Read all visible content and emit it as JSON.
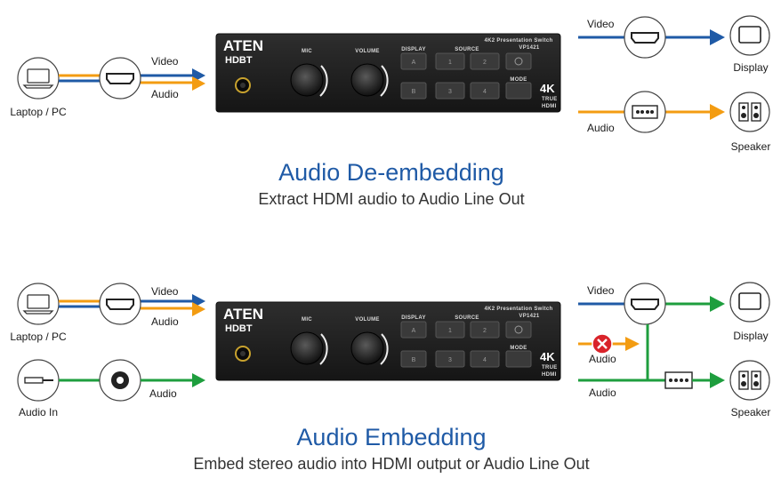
{
  "colors": {
    "video": "#1f5aa6",
    "audio": "#f39c12",
    "analog": "#1e9e3e",
    "title": "#1f5aa6",
    "device": "#202020",
    "error": "#d9232a"
  },
  "device": {
    "brand": "ATEN",
    "hdbt": "HDBT",
    "model_line1": "4K2 Presentation Switch",
    "model_line2": "VP1421",
    "mic_label": "MIC",
    "volume_label": "VOLUME",
    "display_label": "DISPLAY",
    "source_label": "SOURCE",
    "mode_label": "MODE",
    "btn_a": "A",
    "btn_b": "B",
    "btn_1": "1",
    "btn_2": "2",
    "btn_3": "3",
    "btn_4": "4",
    "k4_label": "4K",
    "true_label": "TRUE",
    "hdmi_label": "HDMI"
  },
  "top": {
    "source_label": "Laptop / PC",
    "video_label": "Video",
    "audio_label": "Audio",
    "out_video_label": "Video",
    "out_audio_label": "Audio",
    "display_label": "Display",
    "speaker_label": "Speaker",
    "title": "Audio De-embedding",
    "subtitle": "Extract HDMI audio to Audio Line Out"
  },
  "bottom": {
    "source_label": "Laptop / PC",
    "audio_in_label": "Audio In",
    "video_label": "Video",
    "audio_label": "Audio",
    "audio2_label": "Audio",
    "out_video_label": "Video",
    "out_audio_blocked_label": "Audio",
    "out_audio_label": "Audio",
    "display_label": "Display",
    "speaker_label": "Speaker",
    "title": "Audio Embedding",
    "subtitle": "Embed stereo audio into HDMI output or Audio Line Out"
  }
}
